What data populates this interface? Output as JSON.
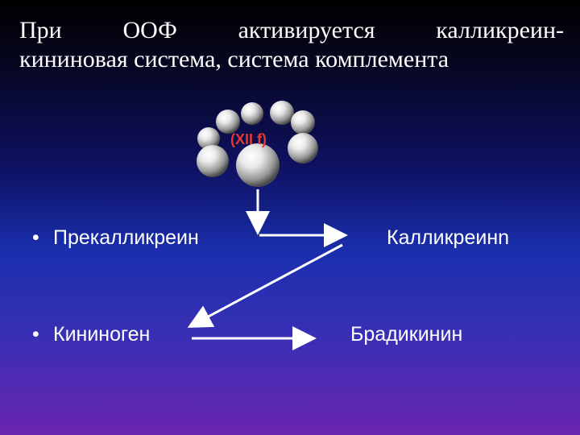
{
  "title": {
    "line1": "При   ООФ   активируется   калликреин-",
    "line2": "кининовая система, система комплемента"
  },
  "factor_label": "(XII f)",
  "items": {
    "prekallikrein": "Прекалликреин",
    "kininogen": "Кининоген",
    "kallikrein": "Калликреинn",
    "bradykinin": "Брадикинин"
  },
  "bullet_glyph": "•",
  "colors": {
    "text": "#ffffff",
    "factor_label": "#e53a2a",
    "arrows": "#ffffff"
  }
}
